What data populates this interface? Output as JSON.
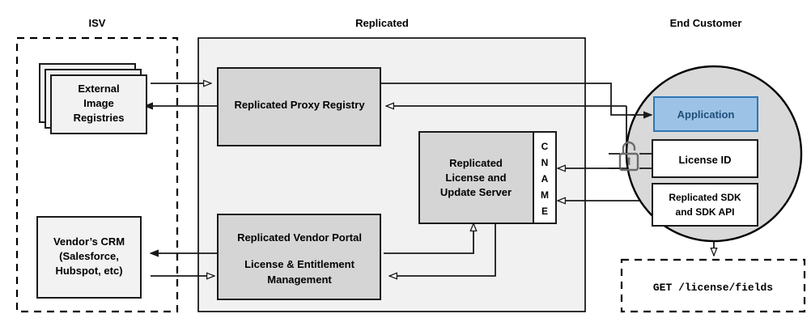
{
  "headers": {
    "isv": "ISV",
    "replicated": "Replicated",
    "end_customer": "End Customer"
  },
  "isv": {
    "registries": {
      "line1": "External",
      "line2": "Image",
      "line3": "Registries"
    },
    "crm": {
      "line1": "Vendor’s CRM",
      "line2": "(Salesforce,",
      "line3": "Hubspot, etc)"
    }
  },
  "replicated": {
    "proxy_registry": "Replicated Proxy Registry",
    "license_server": {
      "line1": "Replicated",
      "line2": "License and",
      "line3": "Update Server"
    },
    "cname": {
      "letters": [
        "C",
        "N",
        "A",
        "M",
        "E"
      ],
      "text": "CNAME"
    },
    "vendor_portal": {
      "line1": "Replicated Vendor Portal",
      "line2": "License & Entitlement",
      "line3": "Management"
    }
  },
  "end_customer": {
    "application": "Application",
    "license_id": "License ID",
    "sdk": {
      "line1": "Replicated SDK",
      "line2": "and SDK API"
    },
    "lock_icon": "unlocked-padlock-icon",
    "api_call": "GET /license/fields"
  },
  "colors": {
    "app_fill": "#9CC3E5",
    "app_stroke": "#2E75B6",
    "app_text": "#1F4E79",
    "panel_fill": "#f1f1f1",
    "grey_box_fill": "#d5d5d5",
    "circle_fill": "#d9d9d9",
    "lock_stroke": "#6b6b6b",
    "line_stroke": "#1a1a1a"
  }
}
